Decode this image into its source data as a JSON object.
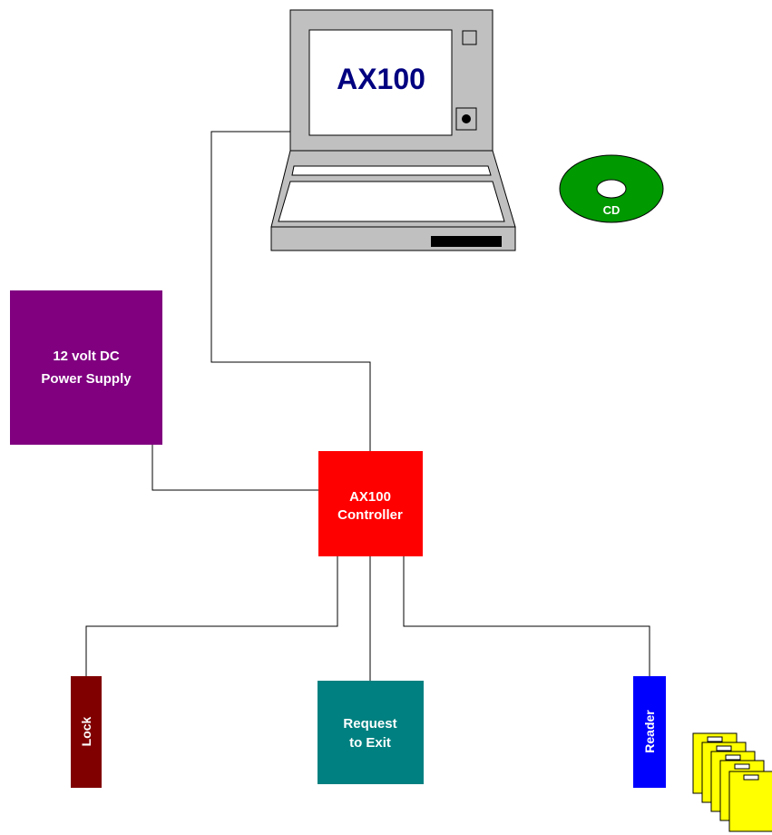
{
  "laptop": {
    "screen_label": "AX100"
  },
  "cd": {
    "label": "CD"
  },
  "power_supply": {
    "line1": "12 volt DC",
    "line2": "Power Supply"
  },
  "controller": {
    "line1": "AX100",
    "line2": "Controller"
  },
  "lock": {
    "label": "Lock"
  },
  "request_to_exit": {
    "line1": "Request",
    "line2": "to Exit"
  },
  "reader": {
    "label": "Reader"
  },
  "colors": {
    "power_supply": "#800080",
    "controller": "#ff0000",
    "lock": "#800000",
    "request_to_exit": "#008080",
    "reader": "#0000ff",
    "cd": "#009900",
    "cards": "#ffff00",
    "screen_text": "#000080",
    "laptop_body": "#c0c0c0"
  }
}
